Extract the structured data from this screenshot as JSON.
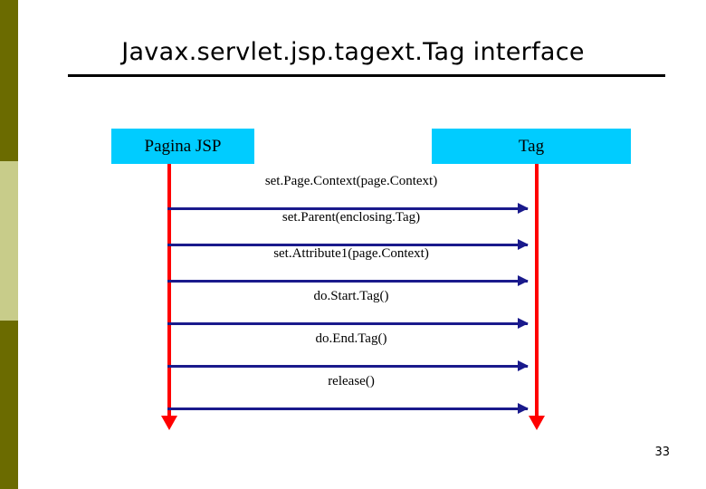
{
  "slide": {
    "title": "Javax.servlet.jsp.tagext.Tag interface",
    "number": "33",
    "colors": {
      "actor_box": "#00ccff",
      "lifeline": "#ff0000",
      "message_arrow": "#1a1a8c",
      "sidebar_olive": "#6b6b00",
      "sidebar_pale": "#c8cc8a"
    }
  },
  "diagram": {
    "type": "sequence",
    "actors": [
      {
        "id": "jsp",
        "label": "Pagina JSP"
      },
      {
        "id": "tag",
        "label": "Tag"
      }
    ],
    "messages": [
      {
        "index": 1,
        "label": "set.Page.Context(page.Context)",
        "from": "jsp",
        "to": "tag"
      },
      {
        "index": 2,
        "label": "set.Parent(enclosing.Tag)",
        "from": "jsp",
        "to": "tag"
      },
      {
        "index": 3,
        "label": "set.Attribute1(page.Context)",
        "from": "jsp",
        "to": "tag"
      },
      {
        "index": 4,
        "label": "do.Start.Tag()",
        "from": "jsp",
        "to": "tag"
      },
      {
        "index": 5,
        "label": "do.End.Tag()",
        "from": "jsp",
        "to": "tag"
      },
      {
        "index": 6,
        "label": "release()",
        "from": "jsp",
        "to": "tag"
      }
    ]
  }
}
